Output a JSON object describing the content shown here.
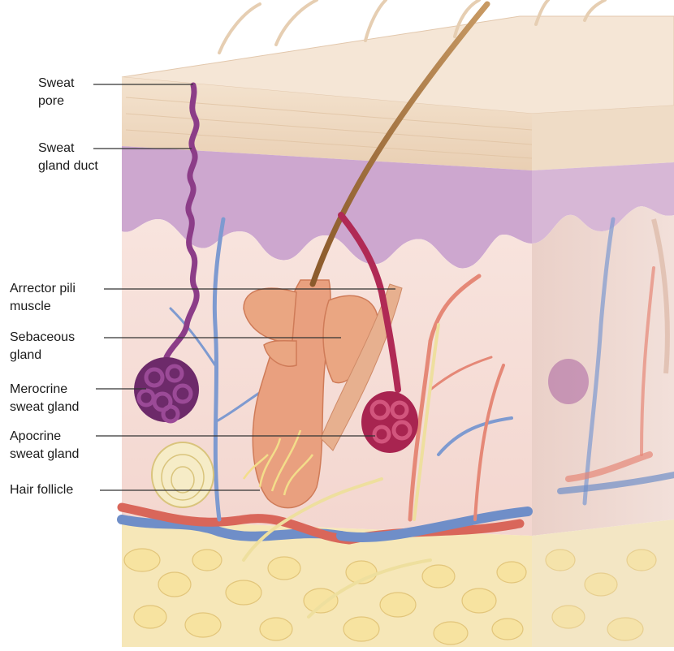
{
  "diagram": {
    "labels": [
      {
        "id": "sweat-pore",
        "lines": [
          "Sweat",
          "pore"
        ]
      },
      {
        "id": "sweat-gland-duct",
        "lines": [
          "Sweat",
          "gland duct"
        ]
      },
      {
        "id": "arrector-pili-muscle",
        "lines": [
          "Arrector pili",
          "muscle"
        ]
      },
      {
        "id": "sebaceous-gland",
        "lines": [
          "Sebaceous",
          "gland"
        ]
      },
      {
        "id": "merocrine-sweat-gland",
        "lines": [
          "Merocrine",
          "sweat gland"
        ]
      },
      {
        "id": "apocrine-sweat-gland",
        "lines": [
          "Apocrine",
          "sweat gland"
        ]
      },
      {
        "id": "hair-follicle",
        "lines": [
          "Hair follicle"
        ]
      }
    ],
    "colors": {
      "epidermis": "#f0d7bd",
      "stratum_basale": "#c8a2c8",
      "dermis": "#f6ddd6",
      "hypodermis_fat": "#f3e2a8",
      "sweat_gland": "#7b2d77",
      "apocrine_gland": "#b02a55",
      "follicle": "#e89a78",
      "artery": "#d9665a",
      "vein": "#6f8ec8",
      "nerve": "#f2e6a6",
      "label_line": "#333333"
    }
  }
}
